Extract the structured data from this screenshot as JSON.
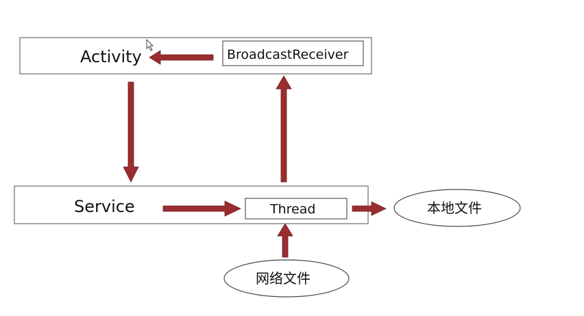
{
  "nodes": {
    "activity": "Activity",
    "broadcast_receiver": "BroadcastReceiver",
    "service": "Service",
    "thread": "Thread",
    "local_file": "本地文件",
    "network_file": "网络文件"
  },
  "colors": {
    "arrow_fill": "#9b2d30",
    "arrow_stroke": "#6e1c1f",
    "box_border": "#6a6a6a"
  }
}
